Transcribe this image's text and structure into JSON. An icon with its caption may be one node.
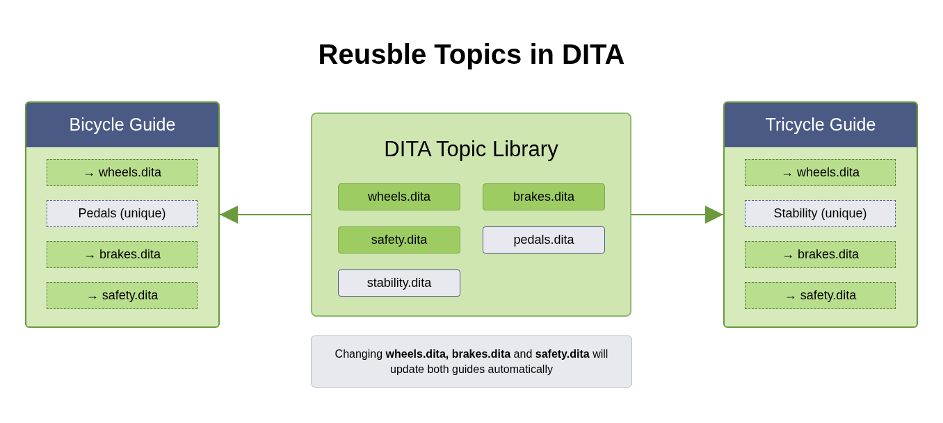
{
  "diagram": {
    "title": "Reusble Topics in DITA",
    "nodes": [
      {
        "text": [
          "Bicycle Guide"
        ]
      },
      {
        "text": [
          "→ wheels.dita"
        ],
        "in": 0
      },
      {
        "text": [
          "Pedals (unique)"
        ],
        "in": 0
      },
      {
        "text": [
          "→ brakes.dita"
        ],
        "in": 0
      },
      {
        "text": [
          "→ safety.dita"
        ],
        "in": 0
      },
      {
        "text": [
          "DITA Topic Library"
        ]
      },
      {
        "text": [
          "wheels.dita"
        ],
        "in": 5
      },
      {
        "text": [
          "brakes.dita"
        ],
        "in": 5
      },
      {
        "text": [
          "safety.dita"
        ],
        "in": 5
      },
      {
        "text": [
          "pedals.dita"
        ],
        "in": 5
      },
      {
        "text": [
          "stability.dita"
        ],
        "in": 5
      },
      {
        "text": [
          "Tricycle Guide"
        ]
      },
      {
        "text": [
          "→ wheels.dita"
        ],
        "in": 11
      },
      {
        "text": [
          "Stability (unique)"
        ],
        "in": 11
      },
      {
        "text": [
          "→ brakes.dita"
        ],
        "in": 11
      },
      {
        "text": [
          "→ safety.dita"
        ],
        "in": 11
      },
      {
        "text": [
          "Changing **wheels.dita, brakes.dita** and **safety.dita** will update both guides automatically"
        ]
      }
    ],
    "edges": [
      {
        "from": 5,
        "to": 0,
        "arrow": "to"
      },
      {
        "from": 5,
        "to": 11,
        "arrow": "to"
      }
    ]
  }
}
